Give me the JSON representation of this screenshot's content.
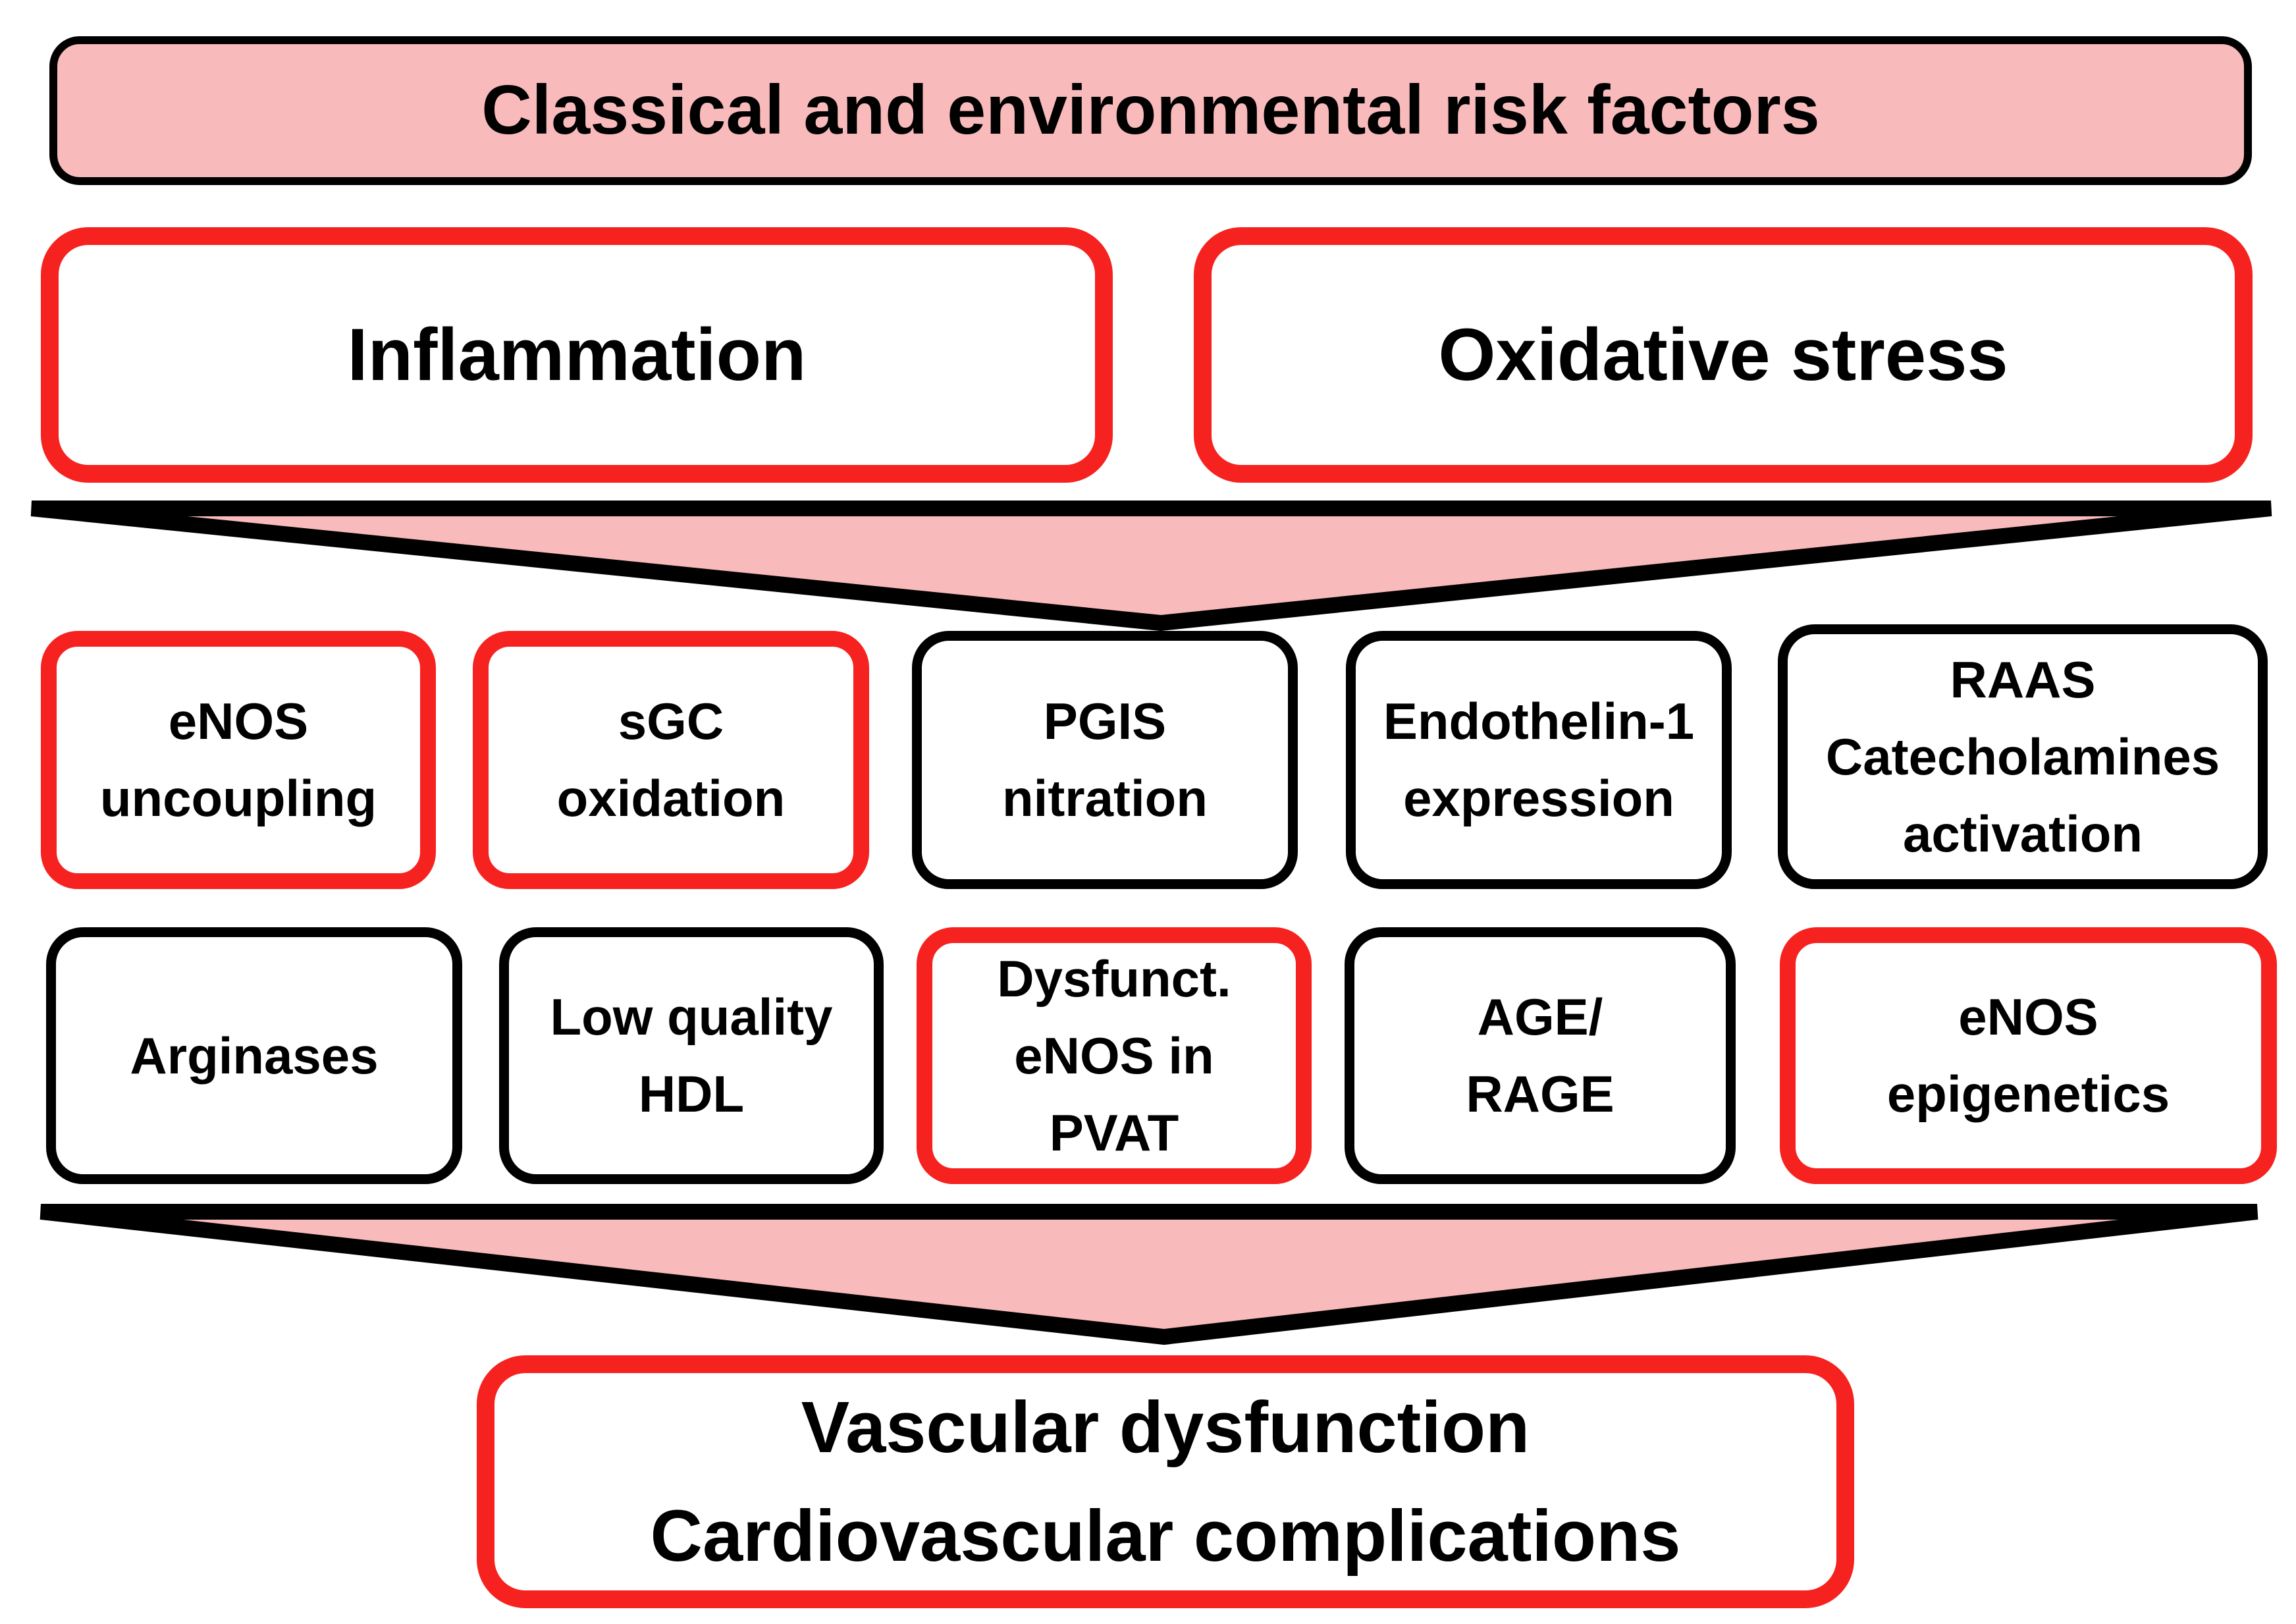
{
  "colors": {
    "pink": "#f9babb",
    "red": "#f6221f",
    "black": "#000000",
    "white": "#ffffff"
  },
  "header": {
    "title": "Classical and environmental risk factors"
  },
  "drivers": [
    {
      "label": "Inflammation"
    },
    {
      "label": "Oxidative stress"
    }
  ],
  "funnels": [
    {
      "name": "funnel-arrow-top"
    },
    {
      "name": "funnel-arrow-bottom"
    }
  ],
  "mechanisms": {
    "row1": [
      {
        "label": "eNOS\nuncoupling",
        "variant": "red"
      },
      {
        "label": "sGC\noxidation",
        "variant": "red"
      },
      {
        "label": "PGIS\nnitration",
        "variant": "black"
      },
      {
        "label": "Endothelin-1\nexpression",
        "variant": "black"
      },
      {
        "label": "RAAS\nCatecholamines\nactivation",
        "variant": "black"
      }
    ],
    "row2": [
      {
        "label": "Arginases",
        "variant": "black"
      },
      {
        "label": "Low quality\nHDL",
        "variant": "black"
      },
      {
        "label": "Dysfunct.\neNOS in\nPVAT",
        "variant": "red"
      },
      {
        "label": "AGE/\nRAGE",
        "variant": "black"
      },
      {
        "label": "eNOS\nepigenetics",
        "variant": "red"
      }
    ]
  },
  "outcome": {
    "text": "Vascular dysfunction\nCardiovascular complications"
  }
}
